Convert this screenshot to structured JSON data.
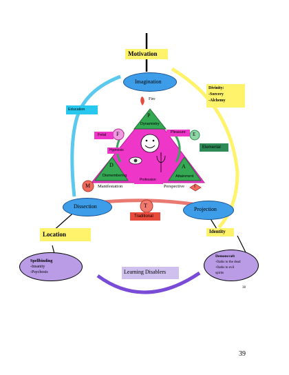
{
  "colors": {
    "yellow": "#fff36b",
    "cyan": "#28c8ee",
    "blue_oval": "#3d9de8",
    "magenta": "#ee36c8",
    "green": "#2f9f54",
    "dark_green": "#2e8b57",
    "red": "#e84a3c",
    "salmon": "#e87a72",
    "lavender": "#b99be6",
    "light_purple": "#cfc0ee",
    "purple": "#7a4bd6"
  },
  "nodes": {
    "motivation": "Motivation",
    "imagination": "Imagination",
    "dissection": "Dissection",
    "projection": "Projection",
    "location": "Location",
    "identity": "Identity"
  },
  "labels": {
    "fire": "Fire",
    "education": "Education",
    "divinity": [
      "Divinity:",
      "-Sorcery",
      "-Alchemy"
    ],
    "fetal": "Fetal",
    "pleasure": "Pleasure",
    "elemental": "Elemental",
    "hypnosis": "Hypnosis",
    "manifestation": "Manifestation",
    "perspective": "Perspective",
    "traditional": "Traditional",
    "learning_disablers": "Learning Disablers"
  },
  "triangle": {
    "top_letter": "P",
    "top_label": "Dynamistry",
    "left_letter": "D",
    "left_label": "Dismembering",
    "right_letter": "A",
    "right_label": "Attainment",
    "center_label": "Profession"
  },
  "circles": {
    "F": "F",
    "E": "E",
    "M": "M",
    "I": "I",
    "T": "T"
  },
  "spellbinding": [
    "Spellbinding",
    "-Insanity",
    "-Psychosis"
  ],
  "demoncraft": [
    "Demoncraft",
    "-Oaths to the dead",
    "-Oaths to evil",
    "spirits"
  ],
  "small_page_number": "38",
  "page_number": "39"
}
